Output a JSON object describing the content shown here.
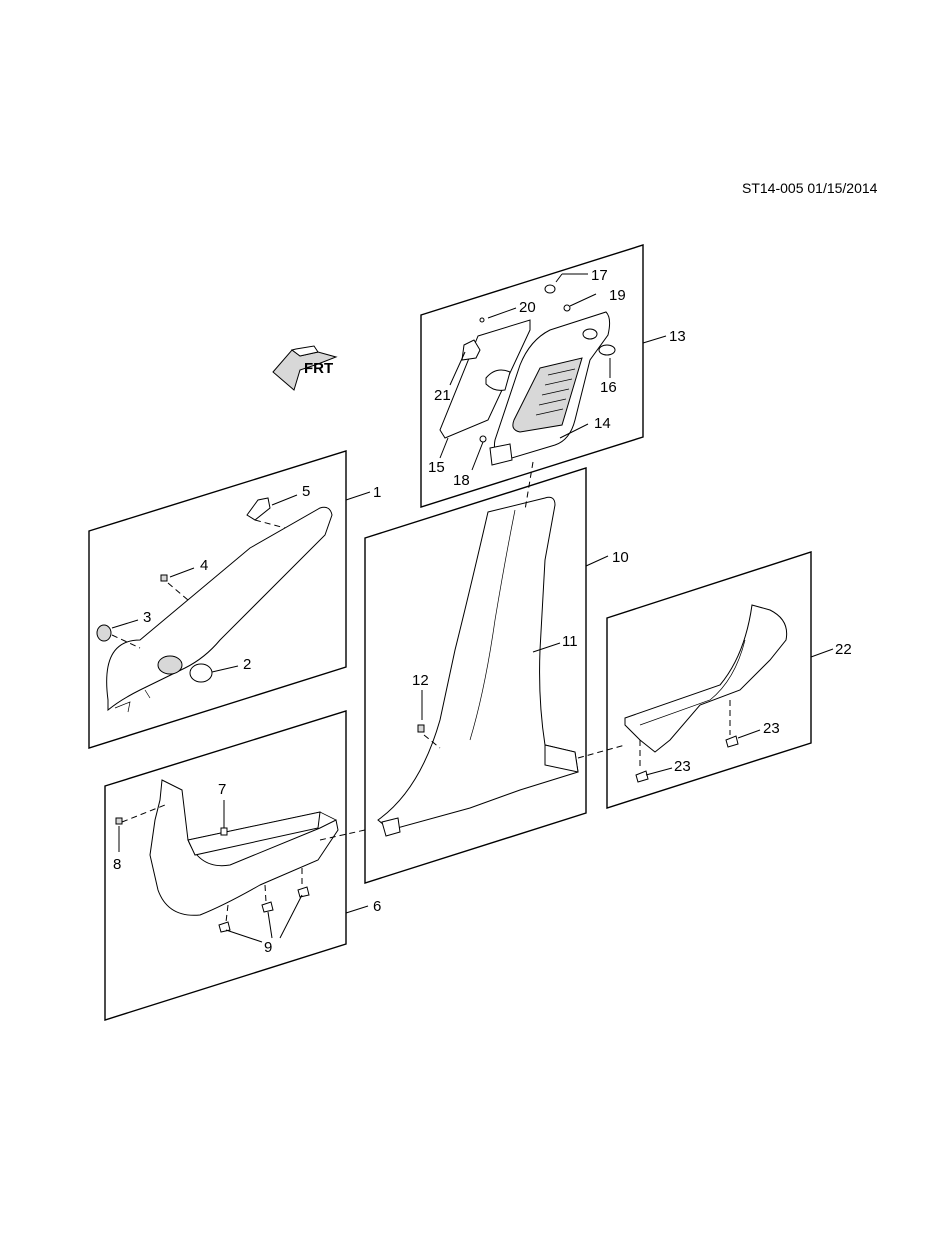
{
  "reference": "ST14-005 01/15/2014",
  "frt_label": "FRT",
  "callouts": {
    "c1": "1",
    "c2": "2",
    "c3": "3",
    "c4": "4",
    "c5": "5",
    "c6": "6",
    "c7": "7",
    "c8": "8",
    "c9": "9",
    "c10": "10",
    "c11": "11",
    "c12": "12",
    "c13": "13",
    "c14": "14",
    "c15": "15",
    "c16": "16",
    "c17": "17",
    "c18": "18",
    "c19": "19",
    "c20": "20",
    "c21": "21",
    "c22": "22",
    "c23a": "23",
    "c23b": "23"
  },
  "icons": {
    "front_arrow": "front-direction-arrow-icon"
  }
}
